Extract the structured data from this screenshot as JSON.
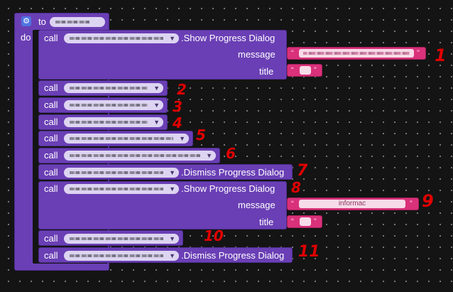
{
  "procedure": {
    "keyword_to": "to",
    "keyword_do": "do",
    "name_pill_arrow": ""
  },
  "keywords": {
    "call": "call",
    "show_progress_dialog": ".Show Progress Dialog",
    "dismiss_progress_dialog": ".Dismiss Progress Dialog",
    "message": "message",
    "title": "title",
    "open_quote": "“",
    "close_quote": "”",
    "dropdown_arrow": "▼"
  },
  "string_values": {
    "second_message_partial": "informac"
  },
  "annotations": [
    "1",
    "2",
    "3",
    "4",
    "5",
    "6",
    "7",
    "8",
    "9",
    "10",
    "11"
  ],
  "colors": {
    "procedure_block": "#6a3fb5",
    "string_block": "#d9317a",
    "gear_icon": "#4f74e0",
    "annotation_marks": "#e00000"
  },
  "icons": {
    "procedure_icon": "gear-icon",
    "dropdown": "chevron-down-icon"
  }
}
